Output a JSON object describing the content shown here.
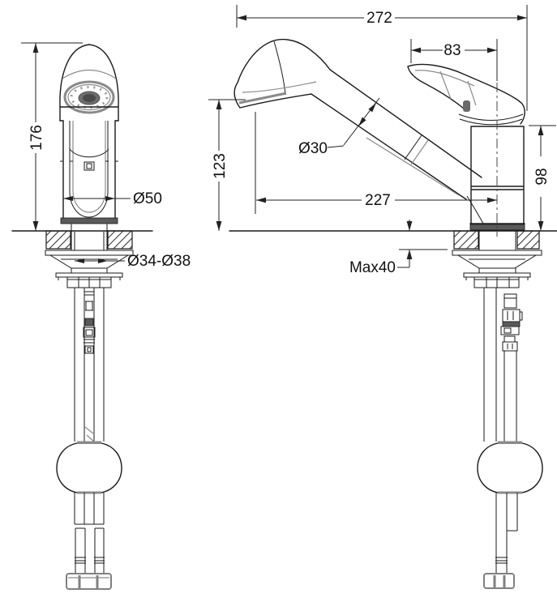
{
  "drawing": {
    "colors": {
      "background": "#ffffff",
      "line": "#1a1a1a",
      "secondary_line": "#8a8a8a",
      "dark_fill": "#5a5a5a"
    },
    "dimensions": {
      "front_overall_height": "176",
      "front_body_diameter": "Ø50",
      "front_mounting_hole": "Ø34-Ø38",
      "side_overall_length": "272",
      "side_handle_length": "83",
      "side_spout_tube_diameter": "Ø30",
      "side_spout_height": "123",
      "side_spout_reach": "227",
      "side_body_height": "98",
      "side_max_deck_thickness": "Max40"
    }
  }
}
